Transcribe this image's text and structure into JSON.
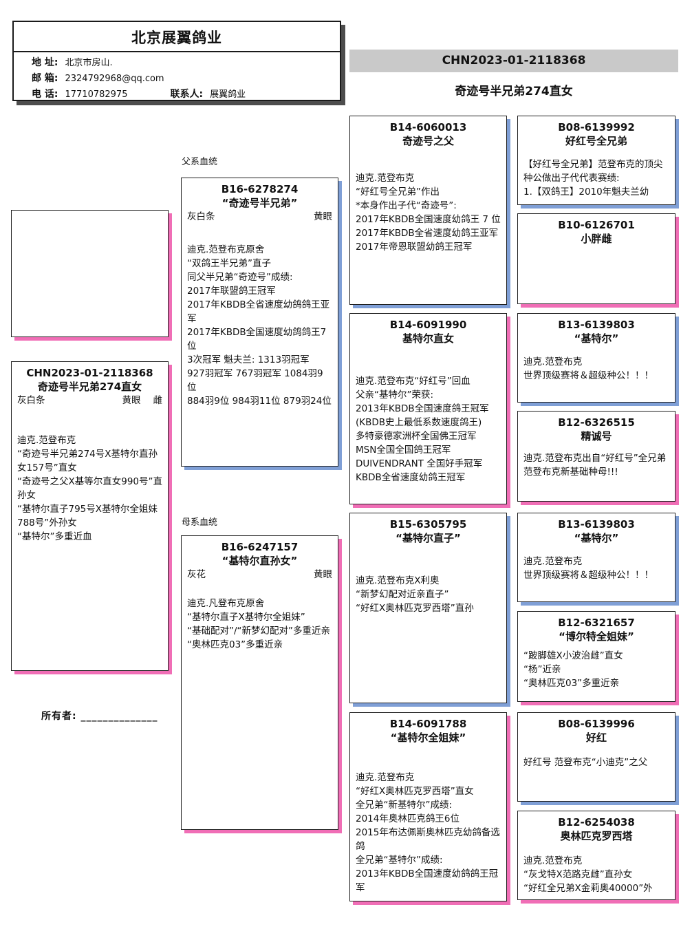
{
  "company": {
    "title": "北京展翼鸽业",
    "address_label": "地 址:",
    "address_value": "北京市房山.",
    "email_label": "邮 箱:",
    "email_value": "2324792968@qq.com",
    "phone_label": "电 话:",
    "phone_value": "17710782975",
    "contact_label": "联系人:",
    "contact_value": "展翼鸽业"
  },
  "banner": {
    "ring": "CHN2023-01-2118368",
    "subtitle": "奇迹号半兄弟274直女"
  },
  "labels": {
    "paternal": "父系血统",
    "maternal": "母系血统",
    "owner": "所有者: ______________"
  },
  "colors": {
    "male_shadow": "#7f9fd6",
    "female_shadow": "#f06eb6",
    "banner_bg": "#c9c9c9",
    "card_shadow": "#4d4d4d"
  },
  "tree": {
    "subject": {
      "ring": "CHN2023-01-2118368",
      "name": "奇迹号半兄弟274直女",
      "color": "灰白条",
      "eye": "黄眼",
      "sex": "雌",
      "body": "迪克.范登布克\n“奇迹号半兄弟274号X基特尔直孙女157号”直女\n“奇迹号之父X基等尔直女990号”直孙女\n“基特尔直子795号X基特尔全姐妹788号”外孙女\n“基特尔”多重近血"
    },
    "father": {
      "ring": "B16-6278274",
      "name": "“奇迹号半兄弟”",
      "color": "灰白条",
      "eye": "黄眼",
      "body": "迪克.范登布克原舍\n“双鸽王半兄弟”直子\n同父半兄弟“奇迹号”成绩:\n2017年联盟鸽王冠军\n2017年KBDB全省速度幼鸽鸽王亚军\n2017年KBDB全国速度幼鸽鸽王7位\n3次冠军 魁夫兰: 1313羽冠军\n927羽冠军 767羽冠军 1084羽9位\n884羽9位 984羽11位 879羽24位"
    },
    "mother": {
      "ring": "B16-6247157",
      "name": "“基特尔直孙女”",
      "color": "灰花",
      "eye": "黄眼",
      "body": "迪克.凡登布克原舍\n“基特尔直子X基特尔全姐妹”\n“基础配对”/“新梦幻配对”多重近亲\n“奥林匹克03”多重近亲"
    },
    "ff": {
      "ring": "B14-6060013",
      "name": "奇迹号之父",
      "body": "迪克.范登布克\n“好红号全兄弟”作出\n*本身作出子代“奇迹号”:\n2017年KBDB全国速度幼鸽王 7 位2017年KBDB全省速度幼鸽王亚军\n2017年帝恩联盟幼鸽王冠军"
    },
    "fm": {
      "ring": "B14-6091990",
      "name": "基特尔直女",
      "body": "迪克.范登布克“好红号”回血\n父亲“基特尔”荣获:\n2013年KBDB全国速度鸽王冠军\n(KBDB史上最低系数速度鸽王)\n多特豪德家洲杯全国佛王冠军\nMSN全国全国鸽王冠军\nDUIVENDRANT 全国好手冠军\nKBDB全省速度幼鸽王冠军"
    },
    "mf": {
      "ring": "B15-6305795",
      "name": "“基特尔直子”",
      "body": "迪克.范登布克X利奥\n“新梦幻配对近亲直子”\n“好红X奥林匹克罗西塔”直孙"
    },
    "mm": {
      "ring": "B14-6091788",
      "name": "“基特尔全姐妹”",
      "body": "迪克.范登布克\n“好红X奥林匹克罗西塔”直女\n全兄弟“新基特尔”成绩:\n2014年奥林匹克鸽王6位\n2015年布达佩斯奥林匹克幼鸽备选鸽\n全兄弟“基特尔”成绩:\n2013年KBDB全国速度幼鸽鸽王冠军"
    },
    "fff": {
      "ring": "B08-6139992",
      "name": "好红号全兄弟",
      "body": "【好红号全兄弟】范登布克的顶尖种公做出子代代表赛绩:\n1.【双鸽王】2010年魁夫兰幼"
    },
    "ffm": {
      "ring": "B10-6126701",
      "name": "小胖雌",
      "body": ""
    },
    "fmf": {
      "ring": "B13-6139803",
      "name": "“基特尔”",
      "body": "迪克.范登布克\n世界顶级赛将＆超级种公！！！"
    },
    "fmm": {
      "ring": "B12-6326515",
      "name": "精诚号",
      "body": "迪克.范登布克出自“好红号”全兄弟范登布克新基础种母!!!"
    },
    "mff": {
      "ring": "B13-6139803",
      "name": "“基特尔”",
      "body": "迪克.范登布克\n世界顶级赛将＆超级种公！！！"
    },
    "mfm": {
      "ring": "B12-6321657",
      "name": "“博尔特全姐妹”",
      "body": "“跛脚雄X小波治雌”直女\n“杨”近亲\n“奥林匹克03”多重近亲"
    },
    "mmf": {
      "ring": "B08-6139996",
      "name": "好红",
      "body": "好红号 范登布克“小迪克”之父"
    },
    "mmm": {
      "ring": "B12-6254038",
      "name": "奥林匹克罗西塔",
      "body": "迪克.范登布克\n“灰戈特X范路克雌”直孙女\n“好红全兄弟X金莉奥40000”外"
    }
  }
}
